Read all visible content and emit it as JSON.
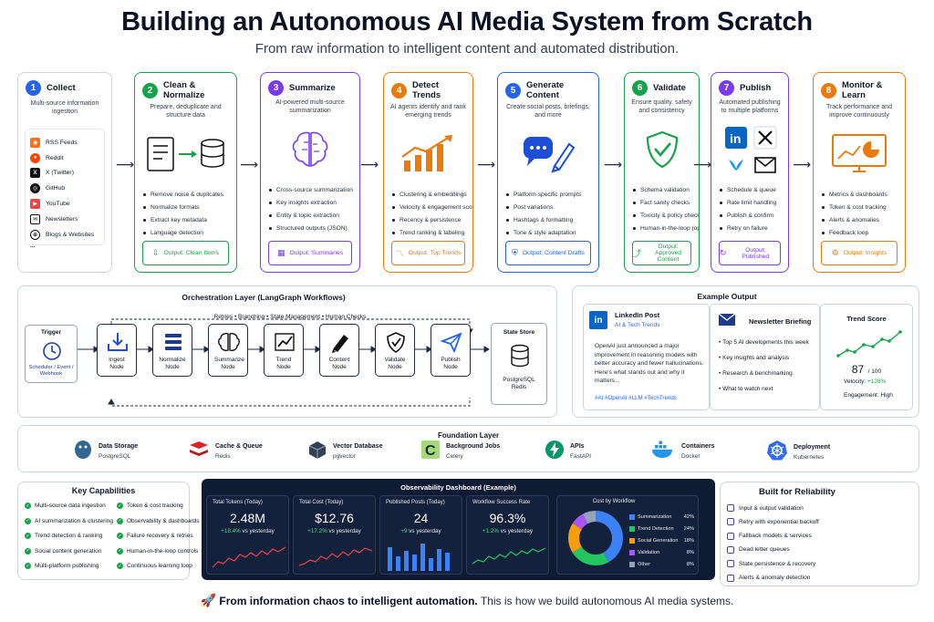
{
  "header": {
    "title": "Building an Autonomous AI Media System from Scratch",
    "subtitle": "From raw information to intelligent content and automated distribution."
  },
  "collect": {
    "num": "1",
    "title": "Collect",
    "desc": "Multi-source information ingestion",
    "sources": [
      "RSS Feeds",
      "Reddit",
      "X (Twitter)",
      "GitHub",
      "YouTube",
      "Newsletters",
      "Blogs & Websites"
    ],
    "more": "...",
    "color": "#2563eb"
  },
  "stages": [
    {
      "num": "2",
      "title": "Clean & Normalize",
      "desc": "Prepare, deduplicate and structure data",
      "bullets": [
        "Remove noise & duplicates",
        "Normalize formats",
        "Extract key metadata",
        "Language detection"
      ],
      "output": "Output: Clean Items",
      "color": "#16a34a"
    },
    {
      "num": "3",
      "title": "Summarize",
      "desc": "AI-powered multi-source summarization",
      "bullets": [
        "Cross-source summarization",
        "Key insights extraction",
        "Entity & topic extraction",
        "Structured outputs (JSON)"
      ],
      "output": "Output: Summaries",
      "color": "#7c3aed"
    },
    {
      "num": "4",
      "title": "Detect Trends",
      "desc": "AI agents identify and rank emerging trends",
      "bullets": [
        "Clustering & embeddings",
        "Velocity & engagement scoring",
        "Recency & persistence",
        "Trend ranking & labeling"
      ],
      "output": "Output: Top Trends",
      "color": "#ea7a0c"
    },
    {
      "num": "5",
      "title": "Generate Content",
      "desc": "Create social posts, briefings, and more",
      "bullets": [
        "Platform-specific prompts",
        "Post variations",
        "Hashtags & formatting",
        "Tone & style adaptation"
      ],
      "output": "Output: Content Drafts",
      "color": "#2563eb"
    },
    {
      "num": "6",
      "title": "Validate",
      "desc": "Ensure quality, safety and consistency",
      "bullets": [
        "Schema validation",
        "Fact sanity checks",
        "Toxicity & policy checks",
        "Human-in-the-loop (opt.)"
      ],
      "output": "Output: Approved Content",
      "color": "#16a34a"
    },
    {
      "num": "7",
      "title": "Publish",
      "desc": "Automated publishing to multiple platforms",
      "bullets": [
        "Schedule & queue",
        "Rate limit handling",
        "Publish & confirm",
        "Retry on failure"
      ],
      "output": "Output: Published",
      "color": "#7c3aed"
    },
    {
      "num": "8",
      "title": "Monitor & Learn",
      "desc": "Track performance and improve continuously",
      "bullets": [
        "Metrics & dashboards",
        "Token & cost tracking",
        "Alerts & anomalies",
        "Feedback loop"
      ],
      "output": "Output: Insights",
      "color": "#ea7a0c"
    }
  ],
  "orchestration": {
    "title": "Orchestration Layer (LangGraph Workflows)",
    "loop_label": "Retries  •  Branching  •  State Management  •  Human Checks",
    "trigger_title": "Trigger",
    "trigger_sub": "Scheduler / Event / Webhook",
    "nodes": [
      "Ingest Node",
      "Normalize Node",
      "Summarize Node",
      "Trend Node",
      "Content Node",
      "Validate Node",
      "Publish Node"
    ],
    "state_title": "State Store",
    "state_sub": "PostgreSQL Redis"
  },
  "example": {
    "title": "Example Output",
    "linkedin_title": "LinkedIn Post",
    "linkedin_sub": "AI & Tech Trends",
    "linkedin_body": "OpenAI just announced a major improvement in reasoning models with better accuracy and fewer hallucinations. Here's what stands out and why it matters...",
    "linkedin_tags": "#AI #OpenAI #LLM #TechTrends",
    "newsletter_title": "Newsletter Briefing",
    "newsletter_items": [
      "Top 5 AI developments this week",
      "Key insights and analysis",
      "Research & benchmarking",
      "What to watch next"
    ],
    "trend_title": "Trend Score",
    "trend_score": "87",
    "trend_of": "/ 100",
    "velocity_label": "Velocity:",
    "velocity_value": "+128%",
    "engagement_label": "Engagement:",
    "engagement_value": "High"
  },
  "foundation": {
    "title": "Foundation Layer",
    "items": [
      {
        "name": "Data Storage",
        "sub": "PostgreSQL"
      },
      {
        "name": "Cache & Queue",
        "sub": "Redis"
      },
      {
        "name": "Vector Database",
        "sub": "pgvector"
      },
      {
        "name": "Background Jobs",
        "sub": "Celery"
      },
      {
        "name": "APIs",
        "sub": "FastAPI"
      },
      {
        "name": "Containers",
        "sub": "Docker"
      },
      {
        "name": "Deployment",
        "sub": "Kubernetes"
      }
    ]
  },
  "capabilities": {
    "title": "Key Capabilities",
    "left": [
      "Multi-source data ingestion",
      "AI summarization & clustering",
      "Trend detection & ranking",
      "Social content generation",
      "Multi-platform publishing"
    ],
    "right": [
      "Token & cost tracking",
      "Observability & dashboards",
      "Failure recovery & retries",
      "Human-in-the-loop controls",
      "Continuous learning loop"
    ]
  },
  "dashboard": {
    "title": "Observability Dashboard (Example)",
    "metrics": [
      {
        "label": "Total Tokens (Today)",
        "value": "2.48M",
        "delta": "+18.4%",
        "suffix": "vs yesterday"
      },
      {
        "label": "Total Cost (Today)",
        "value": "$12.76",
        "delta": "+17.2%",
        "suffix": "vs yesterday"
      },
      {
        "label": "Published Posts (Today)",
        "value": "24",
        "delta": "+9",
        "suffix": "vs yesterday"
      },
      {
        "label": "Workflow Success Rate",
        "value": "96.3%",
        "delta": "+1.2%",
        "suffix": "vs yesterday"
      }
    ],
    "cost_title": "Cost by Workflow",
    "cost_slices": [
      {
        "name": "Summarization",
        "pct": 42,
        "label": "42%",
        "color": "#3b82f6"
      },
      {
        "name": "Trend Detection",
        "pct": 24,
        "label": "24%",
        "color": "#22c55e"
      },
      {
        "name": "Social Generation",
        "pct": 18,
        "label": "18%",
        "color": "#f59e0b"
      },
      {
        "name": "Validation",
        "pct": 8,
        "label": "8%",
        "color": "#a855f7"
      },
      {
        "name": "Other",
        "pct": 8,
        "label": "8%",
        "color": "#94a3b8"
      }
    ]
  },
  "reliability": {
    "title": "Built for Reliability",
    "items": [
      "Input & output validation",
      "Retry with exponential backoff",
      "Fallback models & services",
      "Dead letter queues",
      "State persistence & recovery",
      "Alerts & anomaly detection"
    ]
  },
  "footer": {
    "bold": "From information chaos to intelligent automation.",
    "rest": "This is how we build autonomous AI media systems."
  }
}
